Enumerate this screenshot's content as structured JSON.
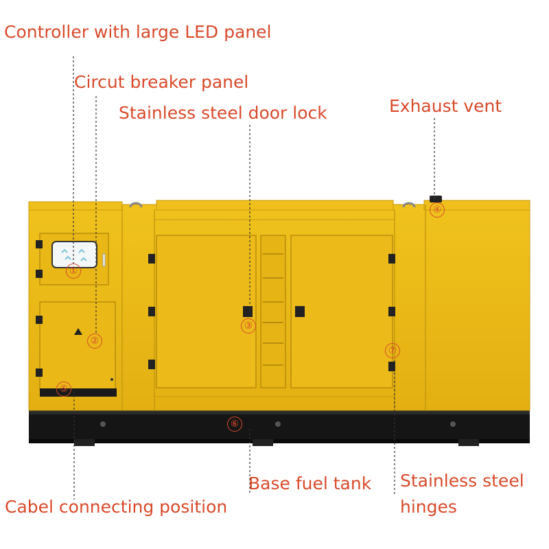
{
  "callouts": {
    "controller": "Controller with large LED panel",
    "breaker": "Circut breaker panel",
    "door_lock": "Stainless steel door lock",
    "exhaust": "Exhaust vent",
    "cable": "Cabel connecting position",
    "fuel_tank": "Base fuel tank",
    "hinges_1": "Stainless steel",
    "hinges_2": "hinges"
  },
  "markers": {
    "m1": "①",
    "m2": "②",
    "m3": "③",
    "m4": "④",
    "m5": "⑤",
    "m6": "⑥",
    "m7": "⑦"
  },
  "colors": {
    "annotation": "#d84a2b",
    "body": "#e8b817",
    "base": "#151515"
  }
}
